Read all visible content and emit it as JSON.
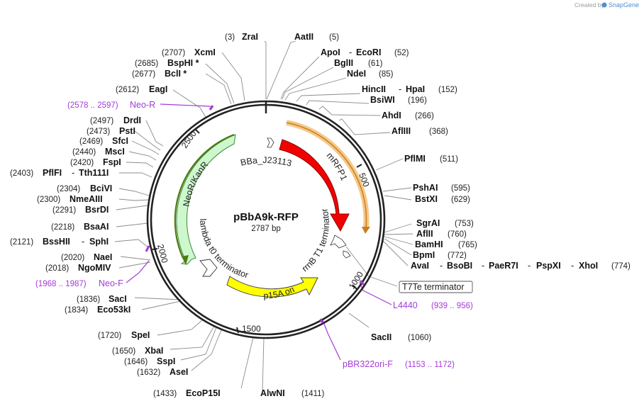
{
  "credit": {
    "prefix": "Created by",
    "brand": "SnapGene"
  },
  "plasmid": {
    "name": "pBbA9k-RFP",
    "length": "2787 bp"
  },
  "ruler": [
    "500",
    "1000",
    "1500",
    "2000",
    "2500"
  ],
  "features": {
    "mrfp1": "mRFP1",
    "neor": "NeoR/KanR",
    "bba": "BBa_J23113",
    "lambda": "lambda t0 terminator",
    "rrnb": "rrnB T1 terminator",
    "p15a": "p15A ori",
    "t7te": "T7Te terminator"
  },
  "sites": {
    "zrai": {
      "pos": "(3)",
      "name": "ZraI"
    },
    "aatii": {
      "pos": "(5)",
      "name": "AatII"
    },
    "apoi": {
      "pos": "(52)",
      "name": "ApoI",
      "name2": "EcoRI"
    },
    "bglii": {
      "pos": "(61)",
      "name": "BglII"
    },
    "ndei": {
      "pos": "(85)",
      "name": "NdeI"
    },
    "hincii": {
      "pos": "(152)",
      "name": "HincII",
      "name2": "HpaI"
    },
    "bsiwi": {
      "pos": "(196)",
      "name": "BsiWI"
    },
    "ahdi": {
      "pos": "(266)",
      "name": "AhdI"
    },
    "afliii": {
      "pos": "(368)",
      "name": "AflIII"
    },
    "pflmi": {
      "pos": "(511)",
      "name": "PflMI"
    },
    "pshai": {
      "pos": "(595)",
      "name": "PshAI"
    },
    "bstxi": {
      "pos": "(629)",
      "name": "BstXI"
    },
    "sgrai": {
      "pos": "(753)",
      "name": "SgrAI"
    },
    "aflii": {
      "pos": "(760)",
      "name": "AflII"
    },
    "bamhi": {
      "pos": "(765)",
      "name": "BamHI"
    },
    "bpmi": {
      "pos": "(772)",
      "name": "BpmI"
    },
    "avai": {
      "pos": "(774)",
      "name": "AvaI",
      "name2": "BsoBI",
      "name3": "PaeR7I",
      "name4": "PspXI",
      "name5": "XhoI"
    },
    "sacii": {
      "pos": "(1060)",
      "name": "SacII"
    },
    "alwni": {
      "pos": "(1411)",
      "name": "AlwNI"
    },
    "ecop15i": {
      "pos": "(1433)",
      "name": "EcoP15I"
    },
    "asei": {
      "pos": "(1632)",
      "name": "AseI"
    },
    "sspi": {
      "pos": "(1646)",
      "name": "SspI"
    },
    "xbai": {
      "pos": "(1650)",
      "name": "XbaI"
    },
    "spei": {
      "pos": "(1720)",
      "name": "SpeI"
    },
    "eco53ki": {
      "pos": "(1834)",
      "name": "Eco53kI"
    },
    "saci": {
      "pos": "(1836)",
      "name": "SacI"
    },
    "ngomiv": {
      "pos": "(2018)",
      "name": "NgoMIV"
    },
    "naei": {
      "pos": "(2020)",
      "name": "NaeI"
    },
    "bsshii": {
      "pos": "(2121)",
      "name": "BssHII",
      "name2": "SphI"
    },
    "bsaai": {
      "pos": "(2218)",
      "name": "BsaAI"
    },
    "bsrdi": {
      "pos": "(2291)",
      "name": "BsrDI"
    },
    "nmeaiii": {
      "pos": "(2300)",
      "name": "NmeAIII"
    },
    "bcivi": {
      "pos": "(2304)",
      "name": "BciVI"
    },
    "pflfi": {
      "pos": "(2403)",
      "name": "PflFI",
      "name2": "Tth111I"
    },
    "fspi": {
      "pos": "(2420)",
      "name": "FspI"
    },
    "msci": {
      "pos": "(2440)",
      "name": "MscI"
    },
    "sfci": {
      "pos": "(2469)",
      "name": "SfcI"
    },
    "psti": {
      "pos": "(2473)",
      "name": "PstI"
    },
    "drdi": {
      "pos": "(2497)",
      "name": "DrdI"
    },
    "eagi": {
      "pos": "(2612)",
      "name": "EagI"
    },
    "bcli": {
      "pos": "(2677)",
      "name": "BclI *"
    },
    "bsphi": {
      "pos": "(2685)",
      "name": "BspHI *"
    },
    "xcmi": {
      "pos": "(2707)",
      "name": "XcmI"
    }
  },
  "primers": {
    "neor": {
      "range": "(2578 .. 2597)",
      "name": "Neo-R"
    },
    "neof": {
      "range": "(1968 .. 1987)",
      "name": "Neo-F"
    },
    "l4440": {
      "name": "L4440",
      "range": "(939 .. 956)"
    },
    "pbr": {
      "name": "pBR322ori-F",
      "range": "(1153 .. 1172)"
    }
  },
  "colors": {
    "primer": "#a43ad8",
    "mrfp1": "#f20000",
    "neor": "#c9f7c9",
    "p15a": "#ffff00",
    "terminator": "#ffffff",
    "backbone": "#222222",
    "orange_track": "#e8a33c"
  }
}
